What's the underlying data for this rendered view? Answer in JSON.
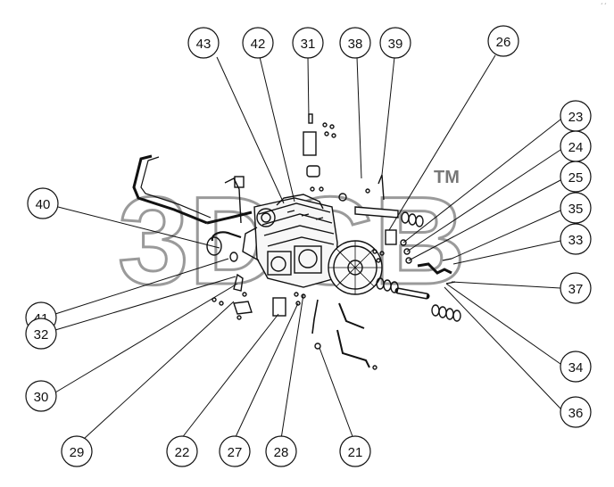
{
  "watermark": {
    "logo_text": "3DCB",
    "trademark": "TM"
  },
  "corner_mark": "´´",
  "callouts": [
    "43",
    "42",
    "31",
    "38",
    "39",
    "26",
    "23",
    "24",
    "25",
    "35",
    "33",
    "37",
    "34",
    "36",
    "40",
    "41",
    "32",
    "30",
    "29",
    "22",
    "27",
    "28",
    "21"
  ]
}
